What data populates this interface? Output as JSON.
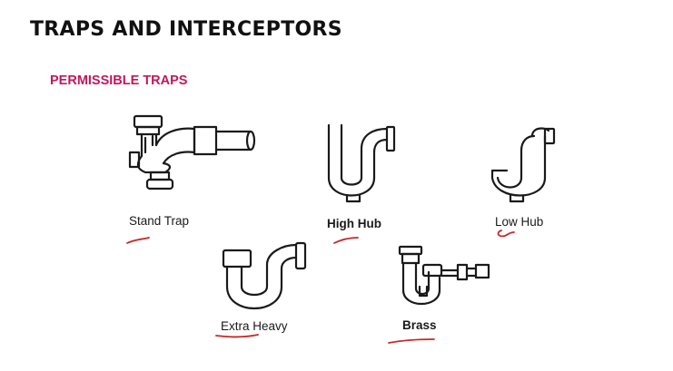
{
  "slide": {
    "title": "TRAPS AND INTERCEPTORS",
    "subtitle": "PERMISSIBLE TRAPS"
  },
  "traps": [
    {
      "label": "Stand Trap",
      "icon": "stand-trap-drawing"
    },
    {
      "label": "High Hub",
      "icon": "high-hub-trap-drawing"
    },
    {
      "label": "Low Hub",
      "icon": "low-hub-trap-drawing"
    },
    {
      "label": "Extra Heavy",
      "icon": "extra-heavy-trap-drawing"
    },
    {
      "label": "Brass",
      "icon": "brass-trap-drawing"
    }
  ],
  "colors": {
    "title": "#111111",
    "subtitle": "#c2185b",
    "annotation": "#c62828",
    "ink": "#1a1a1a"
  }
}
